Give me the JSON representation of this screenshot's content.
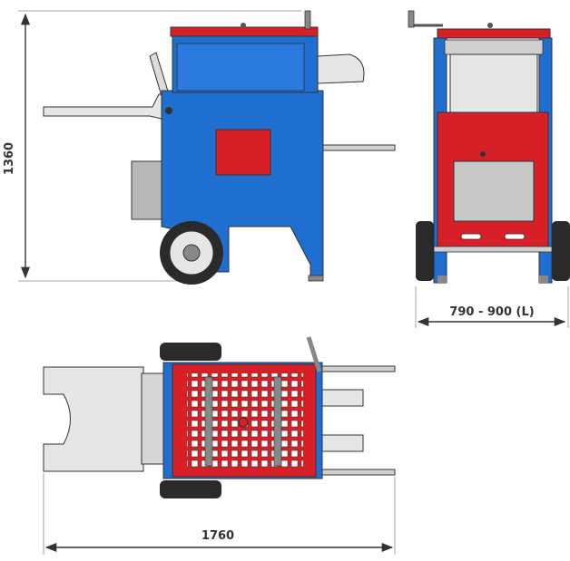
{
  "dimensions": {
    "height": "1360",
    "width": "790 - 900 (L)",
    "length": "1760"
  },
  "colors": {
    "body_blue": "#1e6fd0",
    "table_red": "#d61f26",
    "steel_gray": "#c8c8c8",
    "tire_black": "#2a2a2a",
    "dimension_line": "#333333"
  }
}
